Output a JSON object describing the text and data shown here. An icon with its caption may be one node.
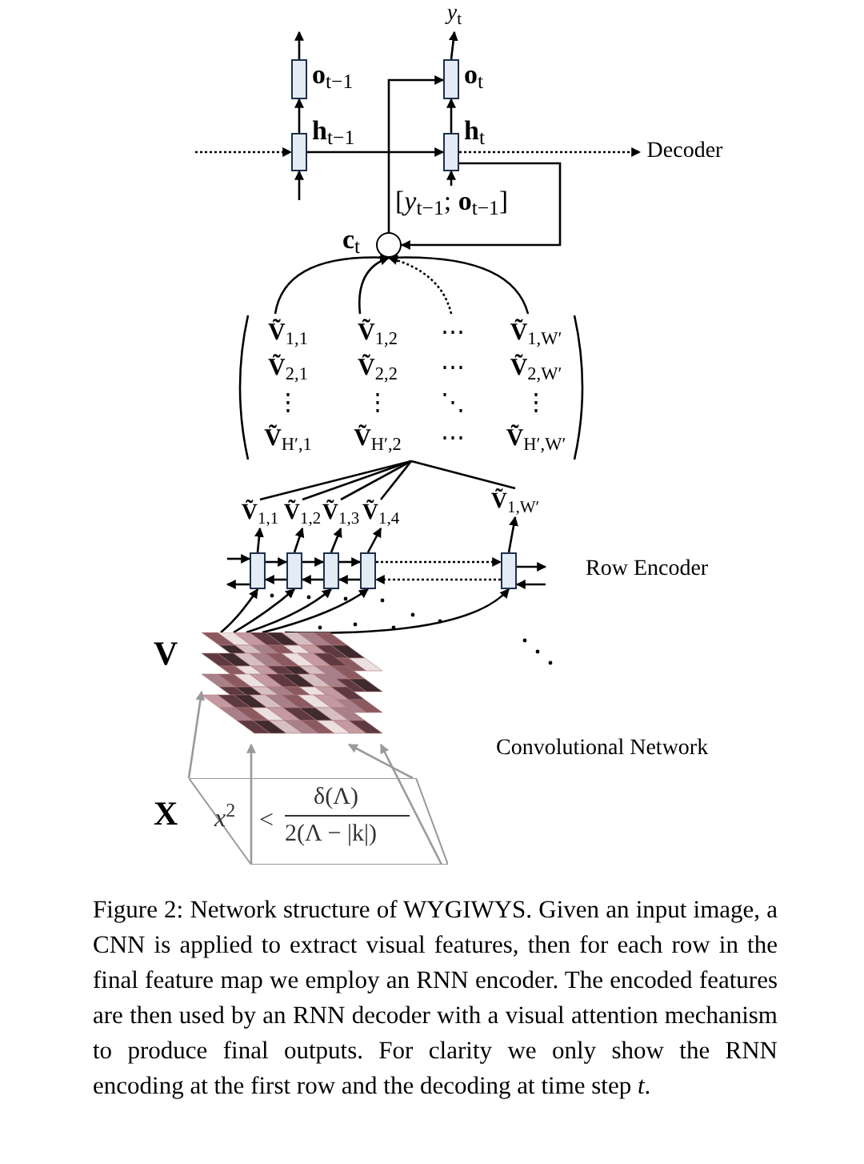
{
  "diagram": {
    "nodes": [
      {
        "text": [],
        "shape": "box",
        "beside": [
          "**o**$_{t−1}$"
        ]
      },
      {
        "text": [],
        "shape": "box",
        "beside": [
          "**h**$_{t−1}$"
        ]
      },
      {
        "text": [],
        "shape": "box",
        "beside": [
          "**o**$_{t}$"
        ]
      },
      {
        "text": [],
        "shape": "box",
        "beside": [
          "**h**$_{t}$"
        ]
      },
      {
        "text": [
          "*y*$_{t}$"
        ]
      },
      {
        "text": [],
        "shape": "circle",
        "beside": [
          "**c**$_{t}$"
        ]
      },
      {
        "text": [
          "**Ṽ**$_{1,1}$",
          "**Ṽ**$_{1,2}$",
          "⋯",
          "**Ṽ**$_{1,W′}$",
          "**Ṽ**$_{2,1}$",
          "**Ṽ**$_{2,2}$",
          "⋯",
          "**Ṽ**$_{2,W′}$",
          "⋮",
          "⋮",
          "⋱",
          "⋮",
          "**Ṽ**$_{H′,1}$",
          "**Ṽ**$_{H′,2}$",
          "⋯",
          "**Ṽ**$_{H′,W′}$"
        ]
      },
      {
        "text": [
          "**Ṽ**$_{1,1}$"
        ]
      },
      {
        "text": [
          "**Ṽ**$_{1,2}$"
        ]
      },
      {
        "text": [
          "**Ṽ**$_{1,3}$"
        ]
      },
      {
        "text": [
          "**Ṽ**$_{1,4}$"
        ]
      },
      {
        "text": [
          "**Ṽ**$_{1,W′}$"
        ]
      },
      {
        "text": [],
        "shape": "box"
      },
      {
        "text": [],
        "shape": "box"
      },
      {
        "text": [],
        "shape": "box"
      },
      {
        "text": [],
        "shape": "box"
      },
      {
        "text": [],
        "shape": "box"
      },
      {
        "text": [],
        "shape": "picture",
        "beside": [
          "V"
        ]
      },
      {
        "text": [
          "*x*$^{2}$",
          "<",
          "δ(Λ)",
          "2(Λ − |k|)"
        ],
        "beside": [
          "X"
        ]
      },
      {
        "text": [
          "Decoder"
        ]
      }
    ],
    "edges": [
      {
        "from": null,
        "to": 1,
        "arrow": "to",
        "style": "dashed"
      },
      {
        "from": 1,
        "to": 3,
        "arrow": "to"
      },
      {
        "from": 1,
        "to": 0,
        "arrow": "to"
      },
      {
        "from": 0,
        "to": null,
        "arrow": "to"
      },
      {
        "from": null,
        "to": 1,
        "arrow": "to"
      },
      {
        "from": 3,
        "to": 2,
        "arrow": "to"
      },
      {
        "from": 2,
        "to": 4,
        "arrow": "to"
      },
      {
        "from": null,
        "to": 3,
        "arrow": "to",
        "label": "[*y*$_{t−1}$; **o**$_{t−1}$]"
      },
      {
        "from": 3,
        "to": 19,
        "arrow": "to",
        "style": "dashed"
      },
      {
        "from": 3,
        "to": 5,
        "arrow": "to"
      },
      {
        "from": 5,
        "to": 2,
        "arrow": "to"
      },
      {
        "from": 6,
        "to": 5,
        "arrow": "to"
      },
      {
        "from": 6,
        "to": 5,
        "arrow": "to"
      },
      {
        "from": 6,
        "to": 5,
        "arrow": "to",
        "style": "dashed"
      },
      {
        "from": 6,
        "to": 5,
        "arrow": "to"
      },
      {
        "from": 7,
        "to": 6,
        "arrow": "none"
      },
      {
        "from": 8,
        "to": 6,
        "arrow": "none"
      },
      {
        "from": 9,
        "to": 6,
        "arrow": "none"
      },
      {
        "from": 10,
        "to": 6,
        "arrow": "none"
      },
      {
        "from": 11,
        "to": 6,
        "arrow": "none"
      },
      {
        "from": 12,
        "to": 7,
        "arrow": "to"
      },
      {
        "from": 13,
        "to": 8,
        "arrow": "to"
      },
      {
        "from": 14,
        "to": 9,
        "arrow": "to"
      },
      {
        "from": 15,
        "to": 10,
        "arrow": "to"
      },
      {
        "from": 16,
        "to": 11,
        "arrow": "to"
      },
      {
        "from": 12,
        "to": 13,
        "arrow": "to"
      },
      {
        "from": 13,
        "to": 14,
        "arrow": "to"
      },
      {
        "from": 14,
        "to": 15,
        "arrow": "to"
      },
      {
        "from": 13,
        "to": 12,
        "arrow": "to"
      },
      {
        "from": 14,
        "to": 13,
        "arrow": "to"
      },
      {
        "from": 15,
        "to": 14,
        "arrow": "to"
      },
      {
        "from": 15,
        "to": 16,
        "arrow": "to",
        "style": "dashed"
      },
      {
        "from": 16,
        "to": 15,
        "arrow": "to",
        "style": "dashed"
      },
      {
        "from": null,
        "to": 12,
        "arrow": "to"
      },
      {
        "from": 12,
        "to": null,
        "arrow": "to"
      },
      {
        "from": 16,
        "to": null,
        "arrow": "to"
      },
      {
        "from": null,
        "to": 16,
        "arrow": "to"
      },
      {
        "from": 17,
        "to": 12,
        "arrow": "to"
      },
      {
        "from": 17,
        "to": 13,
        "arrow": "to"
      },
      {
        "from": 17,
        "to": 14,
        "arrow": "to"
      },
      {
        "from": 17,
        "to": 15,
        "arrow": "to"
      },
      {
        "from": 17,
        "to": 16,
        "arrow": "to"
      },
      {
        "from": 18,
        "to": 17,
        "arrow": "to",
        "color": "#9a9a9a"
      },
      {
        "from": 18,
        "to": 17,
        "arrow": "to",
        "color": "#9a9a9a"
      },
      {
        "from": 18,
        "to": 17,
        "arrow": "to",
        "color": "#9a9a9a"
      },
      {
        "from": 18,
        "to": 17,
        "arrow": "to",
        "color": "#9a9a9a"
      }
    ],
    "labels": [
      "Row Encoder",
      "Convolutional Network"
    ],
    "caption": "Figure 2: Network structure of WYGIWYS. Given an input image, a CNN is applied to extract visual features, then for each row in the final feature map we employ an RNN encoder. The encoded features are then used by an RNN decoder with a visual attention mechanism to produce final outputs. For clarity we only show the RNN encoding at the first row and the decoding at time step *t*."
  }
}
